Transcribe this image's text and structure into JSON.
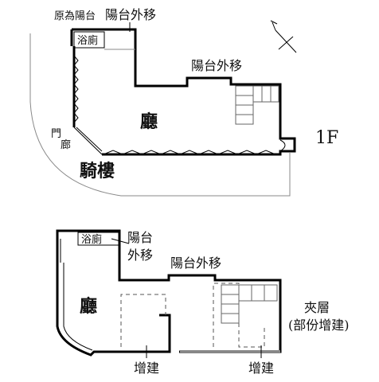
{
  "floor1": {
    "floor_label": "1F",
    "hall": "廳",
    "bath": "浴廁",
    "original_balcony": "原為陽台",
    "balcony_moved_top": "陽台外移",
    "balcony_moved_right": "陽台外移",
    "door_corridor_line1": "門",
    "door_corridor_line2": "廊",
    "arcade": "騎樓"
  },
  "floor2": {
    "hall": "廳",
    "bath": "浴廁",
    "balcony_moved_line1": "陽台",
    "balcony_moved_line2": "外移",
    "balcony_moved_center": "陽台外移",
    "extension_left": "增建",
    "extension_right": "增建",
    "mezzanine": "夾層",
    "mezzanine_note": "(部份增建)"
  },
  "compass": {
    "icon": "north-arrow-icon"
  }
}
